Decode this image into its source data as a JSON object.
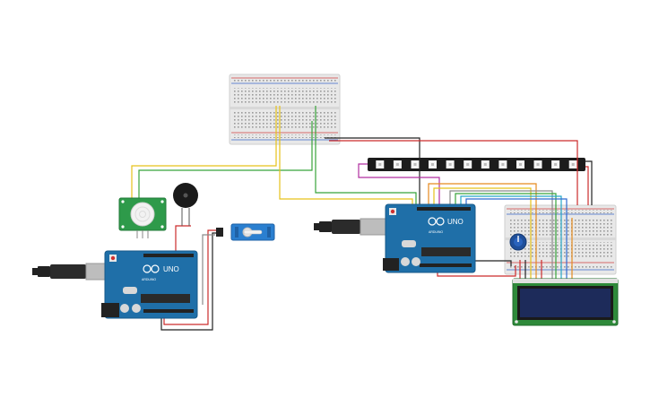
{
  "colors": {
    "background": "#ffffff",
    "arduino_board": "#1f6fa8",
    "arduino_edge": "#175a8a",
    "breadboard": "#e9e9e9",
    "rail_red": "#d04040",
    "rail_blue": "#3a66c8",
    "pir_board": "#2e9a4a",
    "buzzer": "#1a1a1a",
    "servo": "#2a7fd0",
    "led_strip": "#1c1c1c",
    "lcd_board": "#2e8a3a",
    "lcd_screen": "#1d2b5a",
    "pot_knob": "#1f4f9a",
    "wire_red": "#cc2b2b",
    "wire_black": "#222222",
    "wire_yellow": "#e6c21a",
    "wire_green": "#38a33a",
    "wire_magenta": "#b02fa0",
    "wire_orange": "#e58a1e",
    "wire_cyan": "#25a6c8",
    "wire_blue": "#2f6ad0",
    "wire_gray": "#8a8a8a"
  },
  "arduino_left": {
    "logo_text": "UNO",
    "brand_text": "ARDUINO",
    "connector_icon": "usb-b-connector-icon"
  },
  "arduino_right": {
    "logo_text": "UNO",
    "brand_text": "ARDUINO",
    "connector_icon": "usb-b-connector-icon"
  },
  "led_strip": {
    "led_count": 12
  },
  "icons": {
    "pir": "pir-sensor-dome-icon",
    "buzzer": "piezo-buzzer-icon",
    "servo": "micro-servo-icon",
    "pot": "potentiometer-knob-icon",
    "lcd": "lcd-16x2-icon"
  }
}
